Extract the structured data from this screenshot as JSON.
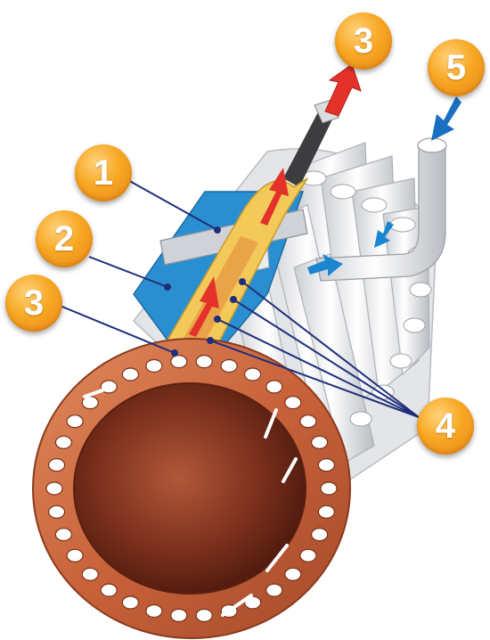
{
  "callouts": {
    "c1": "1",
    "c2": "2",
    "c3_left": "3",
    "c3_top": "3",
    "c4": "4",
    "c5": "5"
  },
  "colors": {
    "badge_orange": "#f7a823",
    "copper": "#c8623a",
    "core_dark": "#7a2f1c",
    "insulation_blue": "#2a8fd0",
    "inner_yellow": "#f3c95a",
    "flow_red": "#e4322b",
    "pointer_navy": "#1f2f7a",
    "tube_white": "#eef0f2"
  },
  "icons": {
    "flow_out": "arrow-up-red",
    "flow_in": "arrow-down-blue",
    "inner_flow": "arrow-up-red",
    "return_flow": "arrow-left-blue"
  }
}
